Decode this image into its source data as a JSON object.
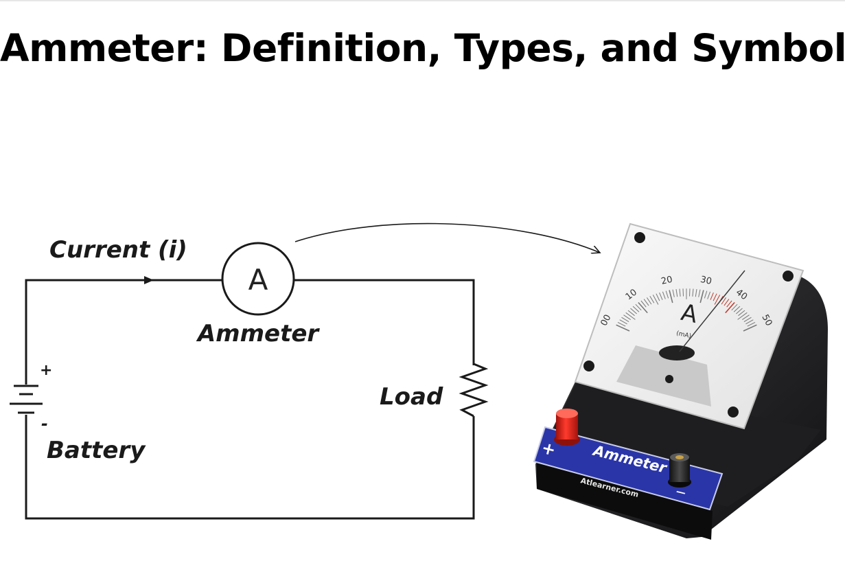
{
  "title": "Ammeter: Definition, Types, and Symbol",
  "circuit": {
    "current_label": "Current (i)",
    "ammeter_symbol": "A",
    "ammeter_label": "Ammeter",
    "battery_label": "Battery",
    "battery_plus": "+",
    "battery_minus": "-",
    "load_label": "Load"
  },
  "device": {
    "scale_numbers": [
      "00",
      "10",
      "20",
      "30",
      "40",
      "50"
    ],
    "dial_symbol": "A",
    "unit": "(mA)",
    "base_label": "Ammeter",
    "base_plus": "+",
    "base_minus": "—",
    "brand": "Atlearner.com"
  },
  "colors": {
    "wire": "#1a1a1a",
    "device_body": "#1c1c1e",
    "dial_face": "#f2f2f2",
    "label_plate": "#2a35a8",
    "red_terminal": "#d8241c",
    "black_terminal": "#2a2a2a",
    "needle": "#3a3a3a",
    "scale_highlight": "#c0392b"
  }
}
